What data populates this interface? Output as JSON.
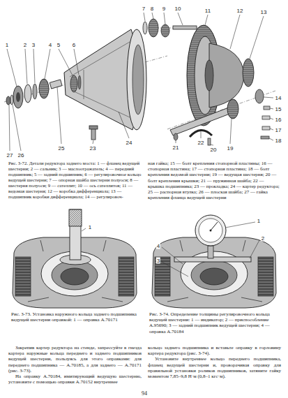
{
  "diagram": {
    "labels": [
      "1",
      "2",
      "3",
      "4",
      "5",
      "6",
      "7",
      "8",
      "9",
      "10",
      "11",
      "12",
      "13",
      "14",
      "15",
      "16",
      "17",
      "18",
      "27",
      "26",
      "25",
      "23",
      "24",
      "21",
      "22",
      "20",
      "19",
      "Рис. 3-72. Детали редуктора заднего моста: 1 — фланец ведущей шестерни; 2 — сальник; 3 — маслоотражатель; 4 — передний подшипник; 5 — задний подшипник; 6 — регулировочное кольцо ведущей шестерни; 7 — опорная шайба шестерни полуоси; 8 — шестерня полуоси; 9 — сателлит; 10 — ось сателлитов; 11 — ведомая шестерня; 12 — коробка дифференциала; 13 — подшипник коробки дифференциала; 14 — регулировоч-",
      "ная гайка; 15 — болт крепления стопорной пластины; 16 — стопорная пластина; 17 — стопорная пластина; 18 — болт крепления ведомой шестерни; 19 — ведущая шестерня; 20 — болт крепления крышки; 21 — пружинная шайба; 22 — крышка подшипника; 23 — прокладка; 24 — картер редуктора; 25 — распорная втулка; 26 — плоская шайба; 27 — гайка крепления фланца ведущей шестерни",
      "1",
      "Рис. 3-73. Установка наружного кольца заднего подшипника ведущей шестерни оправкой: 1 — оправка А.70171",
      "1",
      "2",
      "4",
      "3",
      "Рис. 3-74. Определение толщины регулировочного кольца ведущей шестерни: 1 — индикатор; 2 — приспособление А.95690; 3 — задний подшипник ведущей шестерни; 4 — оправка А.70184",
      "Закрепив картер редуктора на стенде, запрессуйте в гнезда картера наружные кольца переднего и заднего подшипников ведущей шестерни, пользуясь для этого оправками: для переднего подшипника — А.70185, а для заднего — А.70171 (рис. 3-73).",
      "На оправку А.70184, имитирующий ведущую шестерню, установите с помощью оправки А.70152 внутреннее",
      "кольцо заднего подшипника и вставьте оправку в горловину картера редуктора (рис. 3-74).",
      "Установите внутреннее кольцо переднего подшипника, фланец ведущей шестерни и, проворачивая оправку для правильной установки роликов подшипников, затяните гайку моментом 7,85–9,8 Н·м (0,8–1 кгс·м).",
      "94"
    ]
  }
}
